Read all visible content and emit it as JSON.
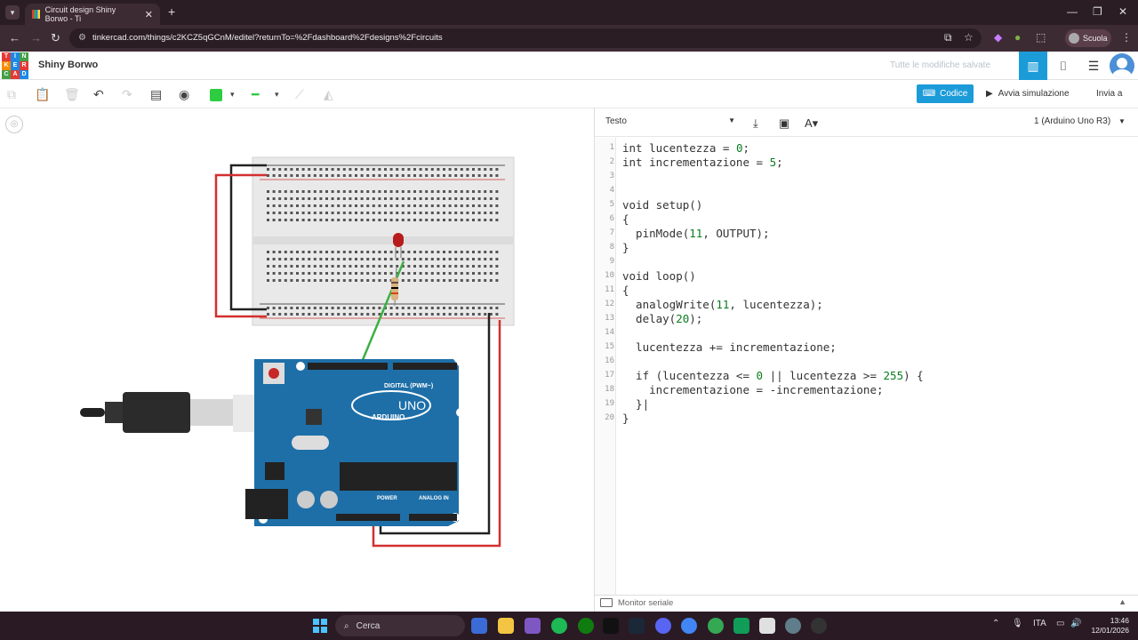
{
  "browser": {
    "tab_title": "Circuit design Shiny Borwo - Ti",
    "url": "tinkercad.com/things/c2KCZ5qGCnM/editel?returnTo=%2Fdashboard%2Fdesigns%2Fcircuits",
    "profile_label": "Scuola"
  },
  "app": {
    "logo_letters": [
      "TIN",
      "KER",
      "CAD"
    ],
    "project_name": "Shiny Borwo",
    "saved_status": "Tutte le modifiche salvate"
  },
  "toolbar": {
    "code_label": "Codice",
    "simulate_label": "Avvia simulazione",
    "send_label": "Invia a",
    "fill_color": "#2ecc40"
  },
  "editor": {
    "mode": "Testo",
    "device": "1 (Arduino Uno R3)",
    "lines": [
      {
        "n": "1",
        "text": "int lucentezza = 0;"
      },
      {
        "n": "2",
        "text": "int incrementazione = 5;"
      },
      {
        "n": "3",
        "text": ""
      },
      {
        "n": "4",
        "text": ""
      },
      {
        "n": "5",
        "text": "void setup()"
      },
      {
        "n": "6",
        "text": "{"
      },
      {
        "n": "7",
        "text": "  pinMode(11, OUTPUT);"
      },
      {
        "n": "8",
        "text": "}"
      },
      {
        "n": "9",
        "text": ""
      },
      {
        "n": "10",
        "text": "void loop()"
      },
      {
        "n": "11",
        "text": "{"
      },
      {
        "n": "12",
        "text": "  analogWrite(11, lucentezza);"
      },
      {
        "n": "13",
        "text": "  delay(20);"
      },
      {
        "n": "14",
        "text": ""
      },
      {
        "n": "15",
        "text": "  lucentezza += incrementazione;"
      },
      {
        "n": "16",
        "text": ""
      },
      {
        "n": "17",
        "text": "  if (lucentezza <= 0 || lucentezza >= 255) {"
      },
      {
        "n": "18",
        "text": "    incrementazione = -incrementazione;"
      },
      {
        "n": "19",
        "text": "  }|"
      },
      {
        "n": "20",
        "text": "}"
      }
    ],
    "serial_monitor_label": "Monitor seriale"
  },
  "circuit": {
    "board_brand": "ARDUINO",
    "board_model": "UNO",
    "digital_label": "DIGITAL (PWM~)",
    "power_label": "POWER",
    "analog_label": "ANALOG IN",
    "wire_colors": {
      "red": "#d32f2f",
      "black": "#222222",
      "green": "#3cb043"
    }
  },
  "taskbar": {
    "search_label": "Cerca",
    "lang": "ITA",
    "time": "13:46",
    "date": "12/01/2026"
  }
}
